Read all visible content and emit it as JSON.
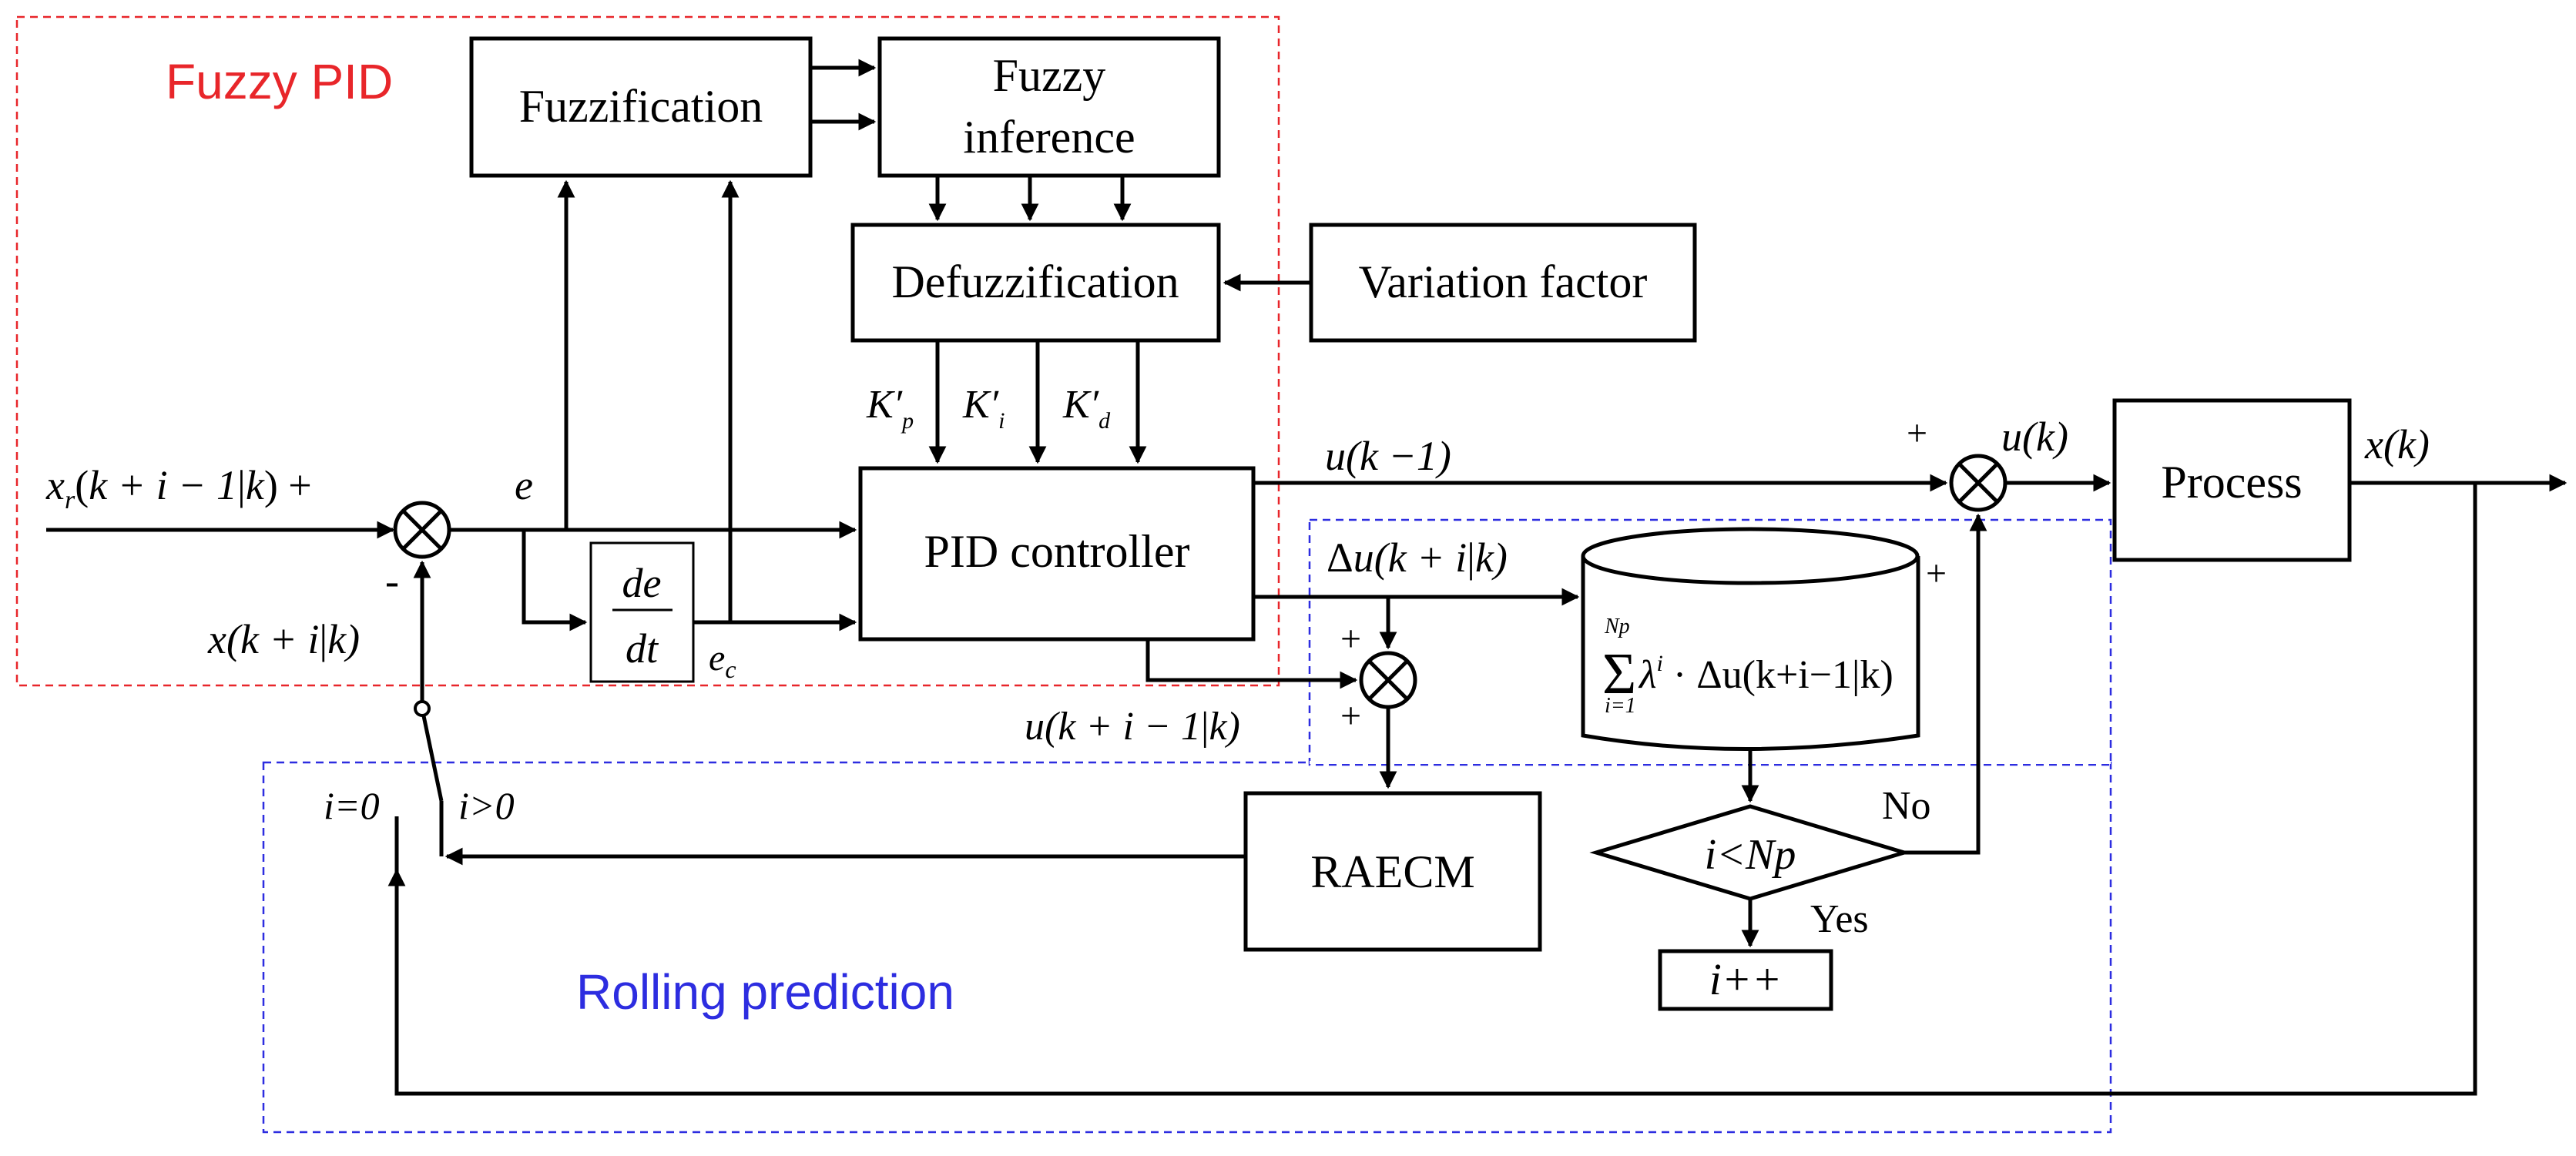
{
  "regions": {
    "fuzzy_pid": {
      "label": "Fuzzy PID",
      "color": "#e8262a"
    },
    "rolling_prediction": {
      "label": "Rolling prediction",
      "color": "#2d2de0"
    }
  },
  "blocks": {
    "fuzzification": "Fuzzification",
    "fuzzy_inference_line1": "Fuzzy",
    "fuzzy_inference_line2": "inference",
    "defuzzification": "Defuzzification",
    "variation_factor": "Variation factor",
    "pid_controller": "PID controller",
    "process": "Process",
    "raecm": "RAECM",
    "decision": "i<Np",
    "increment": "i++"
  },
  "signals": {
    "reference": "xr(k+i−1|k)",
    "error": "e",
    "error_change": "ec",
    "feedback_prediction": "x(k+i|k)",
    "previous_control": "u(k−1)",
    "control": "u(k)",
    "output": "x(k)",
    "delta_u": "Δu(k+i|k)",
    "predicted_control": "u(k+i−1|k)",
    "gains": [
      "K′p",
      "K′i",
      "K′d"
    ],
    "derivative": "de/dt",
    "weighted_sum": "Σ λ^i · Δu(k+i−1|k)",
    "sum_upper": "Np",
    "sum_lower": "i=1"
  },
  "switch": {
    "i_zero": "i=0",
    "i_positive": "i>0"
  },
  "decision_labels": {
    "no": "No",
    "yes": "Yes"
  },
  "signs": {
    "plus": "+",
    "minus": "-"
  }
}
